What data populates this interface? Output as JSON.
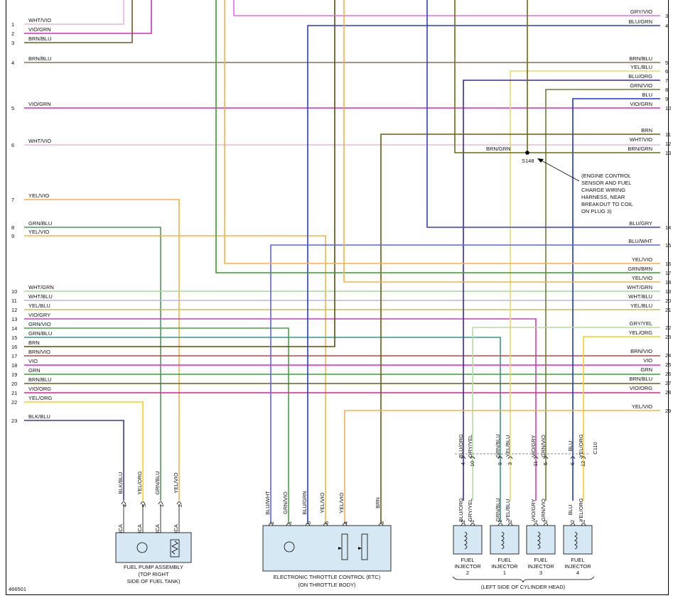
{
  "diagram_id": "466501",
  "splice": {
    "label": "S148",
    "note": [
      "(ENGINE CONTROL",
      "SENSOR AND FUEL",
      "CHARGE WIRING",
      "HARNESS, NEAR",
      "BREAKOUT TO COIL",
      "ON PLUG 3)"
    ]
  },
  "connector_c110": "C110",
  "left_wires": [
    {
      "n": "1",
      "label": "WHT/VIO",
      "color": "#e6b8e0"
    },
    {
      "n": "2",
      "label": "VIO/GRN",
      "color": "#d62bc4"
    },
    {
      "n": "3",
      "label": "BRN/BLU",
      "color": "#6b5a2c"
    },
    {
      "n": "4",
      "label": "BRN/BLU",
      "color": "#8a6e5a"
    },
    {
      "n": "5",
      "label": "VIO/GRN",
      "color": "#d62bc4"
    },
    {
      "n": "6",
      "label": "WHT/VIO",
      "color": "#e6b8e0"
    },
    {
      "n": "7",
      "label": "YEL/VIO",
      "color": "#f5b04a"
    },
    {
      "n": "8",
      "label": "GRN/BLU",
      "color": "#4f9a5a"
    },
    {
      "n": "9",
      "label": "YEL/VIO",
      "color": "#f5b04a"
    },
    {
      "n": "10",
      "label": "WHT/GRN",
      "color": "#a9d9a0"
    },
    {
      "n": "11",
      "label": "WHT/BLU",
      "color": "#b5b5ef"
    },
    {
      "n": "12",
      "label": "YEL/BLU",
      "color": "#c9c05a"
    },
    {
      "n": "13",
      "label": "VIO/GRY",
      "color": "#cc3fb8"
    },
    {
      "n": "14",
      "label": "GRN/VIO",
      "color": "#4fa04f"
    },
    {
      "n": "15",
      "label": "GRN/BLU",
      "color": "#3f8f8f"
    },
    {
      "n": "16",
      "label": "BRN",
      "color": "#5a4a10"
    },
    {
      "n": "17",
      "label": "BRN/VIO",
      "color": "#b04a4a"
    },
    {
      "n": "18",
      "label": "VIO",
      "color": "#e020d0"
    },
    {
      "n": "19",
      "label": "GRN",
      "color": "#3aa030"
    },
    {
      "n": "20",
      "label": "BRN/BLU",
      "color": "#6b5a2c"
    },
    {
      "n": "21",
      "label": "VIO/ORG",
      "color": "#e0208a"
    },
    {
      "n": "22",
      "label": "YEL/ORG",
      "color": "#f5d020"
    },
    {
      "n": "23",
      "label": "BLK/BLU",
      "color": "#3a3a9a"
    }
  ],
  "right_wires": [
    {
      "n": "3",
      "label": "GRY/VIO"
    },
    {
      "n": "4",
      "label": "BLU/GRN"
    },
    {
      "n": "5",
      "label": "BRN/BLU"
    },
    {
      "n": "6",
      "label": "YEL/BLU"
    },
    {
      "n": "7",
      "label": "BLU/ORG"
    },
    {
      "n": "8",
      "label": "GRN/VIO"
    },
    {
      "n": "9",
      "label": "BLU"
    },
    {
      "n": "10",
      "label": "VIO/GRN"
    },
    {
      "n": "11",
      "label": "BRN"
    },
    {
      "n": "12",
      "label": "WHT/VIO"
    },
    {
      "n": "13",
      "label": "BRN/GRN"
    },
    {
      "n": "14",
      "label": "BLU/GRY"
    },
    {
      "n": "15",
      "label": "BLU/WHT"
    },
    {
      "n": "16",
      "label": "YEL/VIO"
    },
    {
      "n": "17",
      "label": "GRN/BRN"
    },
    {
      "n": "18",
      "label": "YEL/VIO"
    },
    {
      "n": "19",
      "label": "WHT/GRN"
    },
    {
      "n": "20",
      "label": "WHT/BLU"
    },
    {
      "n": "21",
      "label": "YEL/BLU"
    },
    {
      "n": "22",
      "label": "GRY/YEL"
    },
    {
      "n": "23",
      "label": "YEL/ORG"
    },
    {
      "n": "24",
      "label": "BRN/VIO"
    },
    {
      "n": "25",
      "label": "VIO"
    },
    {
      "n": "26",
      "label": "GRN"
    },
    {
      "n": "27",
      "label": "BRN/BLU"
    },
    {
      "n": "28",
      "label": "VIO/ORG"
    },
    {
      "n": "29",
      "label": "YEL/VIO"
    }
  ],
  "splice_wire_label": "BRN/GRN",
  "components": {
    "fuel_pump": {
      "title": "FUEL PUMP ASSEMBLY",
      "sub1": "(TOP RIGHT",
      "sub2": "SIDE OF FUEL TANK)",
      "pins": [
        {
          "pin": "4",
          "wire": "BLK/BLU",
          "nca": "NCA"
        },
        {
          "pin": "5",
          "wire": "YEL/ORG",
          "nca": "NCA"
        },
        {
          "pin": "1",
          "wire": "GRN/BLU",
          "nca": "NCA"
        },
        {
          "pin": "2",
          "wire": "YEL/VIO",
          "nca": "NCA"
        }
      ]
    },
    "etc": {
      "title": "ELECTRONIC THROTTLE CONTROL (ETC)",
      "sub": "(ON THROTTLE BODY)",
      "pins": [
        {
          "pin": "2",
          "wire": "BLU/WHT"
        },
        {
          "pin": "1",
          "wire": "GRN/VIO"
        },
        {
          "pin": "5",
          "wire": "BLU/GRN"
        },
        {
          "pin": "6",
          "wire": "YEL/VIO"
        },
        {
          "pin": "4",
          "wire": "YEL/VIO"
        },
        {
          "pin": "3",
          "wire": "BRN"
        }
      ]
    },
    "injectors": [
      {
        "title": "FUEL",
        "sub": "INJECTOR",
        "num": "2",
        "pins": [
          {
            "pin": "2",
            "wire": "BLU/ORG"
          },
          {
            "pin": "1",
            "wire": "GRY/YEL"
          }
        ],
        "c110": [
          {
            "pin": "4",
            "wire": "BLU/ORG"
          },
          {
            "pin": "10",
            "wire": "GRY/YEL"
          }
        ]
      },
      {
        "title": "FUEL",
        "sub": "INJECTOR",
        "num": "1",
        "pins": [
          {
            "pin": "1",
            "wire": "GRN/BLU"
          },
          {
            "pin": "2",
            "wire": "YEL/BLU"
          }
        ],
        "c110": [
          {
            "pin": "9",
            "wire": "GRN/BLU"
          },
          {
            "pin": "3",
            "wire": "YEL/BLU"
          }
        ]
      },
      {
        "title": "FUEL",
        "sub": "INJECTOR",
        "num": "3",
        "pins": [
          {
            "pin": "1",
            "wire": "VIO/GRY"
          },
          {
            "pin": "2",
            "wire": "GRN/VIO"
          }
        ],
        "c110": [
          {
            "pin": "11",
            "wire": "VIO/GRY"
          },
          {
            "pin": "5",
            "wire": "GRN/VIO"
          }
        ]
      },
      {
        "title": "FUEL",
        "sub": "INJECTOR",
        "num": "4",
        "pins": [
          {
            "pin": "2",
            "wire": "BLU"
          },
          {
            "pin": "1",
            "wire": "YEL/ORG"
          }
        ],
        "c110": [
          {
            "pin": "6",
            "wire": "BLU"
          },
          {
            "pin": "12",
            "wire": "YEL/ORG"
          }
        ]
      }
    ],
    "injector_group_caption": "(LEFT SIDE OF CYLINDER HEAD)",
    "motor_symbol": "M"
  }
}
